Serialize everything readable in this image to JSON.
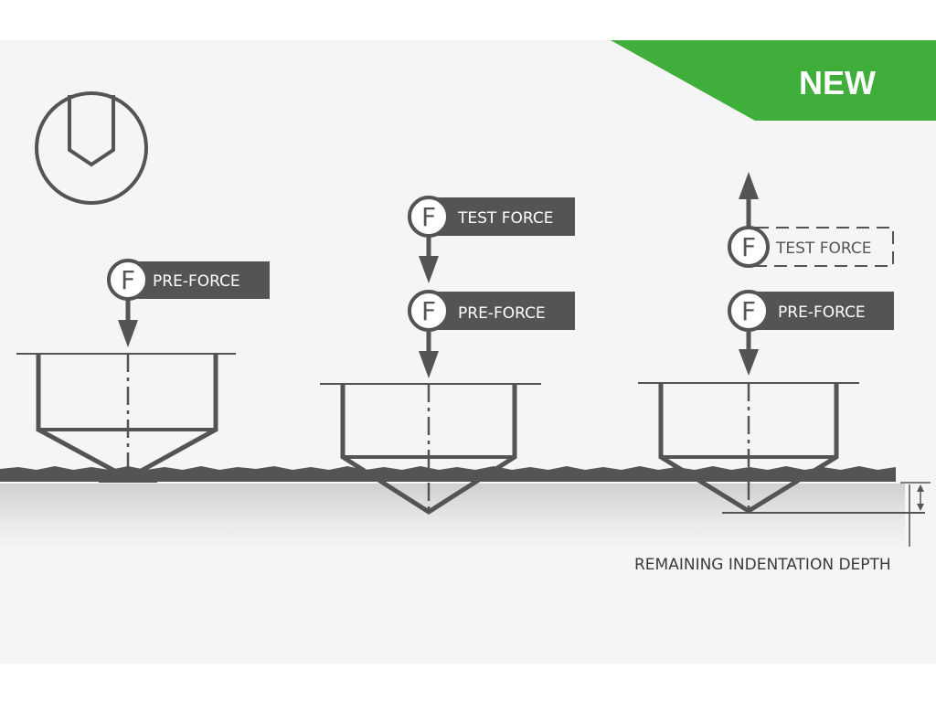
{
  "badge": {
    "text": "NEW",
    "color": "#3fae3a"
  },
  "colors": {
    "panel": "#f5f5f5",
    "stroke": "#545454",
    "label_bg": "#545454",
    "label_text": "#ffffff"
  },
  "icon": "indenter-icon",
  "steps": [
    {
      "labels": [
        {
          "letter": "F",
          "text": "PRE-FORCE"
        }
      ]
    },
    {
      "labels": [
        {
          "letter": "F",
          "text": "TEST FORCE"
        },
        {
          "letter": "F",
          "text": "PRE-FORCE"
        }
      ]
    },
    {
      "labels": [
        {
          "letter": "F",
          "text": "TEST FORCE"
        },
        {
          "letter": "F",
          "text": "PRE-FORCE"
        }
      ]
    }
  ],
  "depth_label": "REMAINING INDENTATION DEPTH"
}
